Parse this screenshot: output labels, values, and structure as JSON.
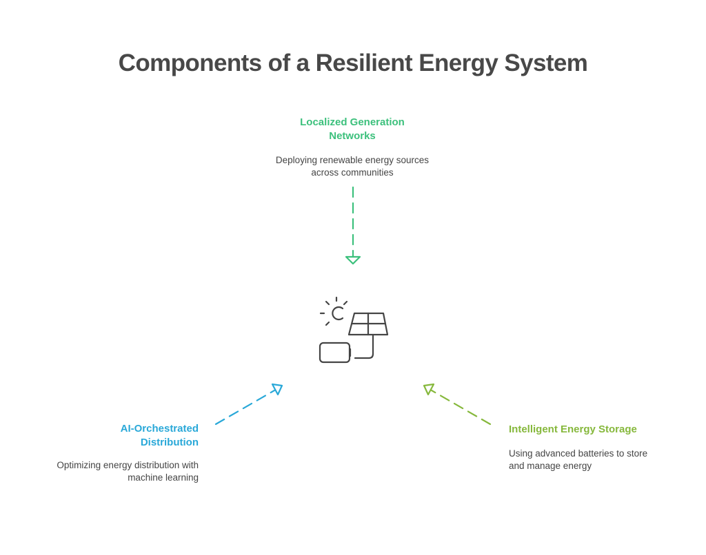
{
  "title": "Components of a Resilient Energy System",
  "colors": {
    "title": "#484848",
    "generation": "#3cc07c",
    "distribution": "#29a8d8",
    "storage": "#86b83c",
    "icon": "#444444",
    "body_text": "#444444"
  },
  "center_icon": "solar-panel-battery-icon",
  "components": {
    "generation": {
      "heading": "Localized Generation Networks",
      "description": "Deploying renewable energy sources across communities",
      "arrow_direction": "down-to-center"
    },
    "distribution": {
      "heading": "AI-Orchestrated Distribution",
      "description": "Optimizing energy distribution with machine learning",
      "arrow_direction": "up-right-to-center"
    },
    "storage": {
      "heading": "Intelligent Energy Storage",
      "description": "Using advanced batteries to store and manage energy",
      "arrow_direction": "up-left-to-center"
    }
  }
}
